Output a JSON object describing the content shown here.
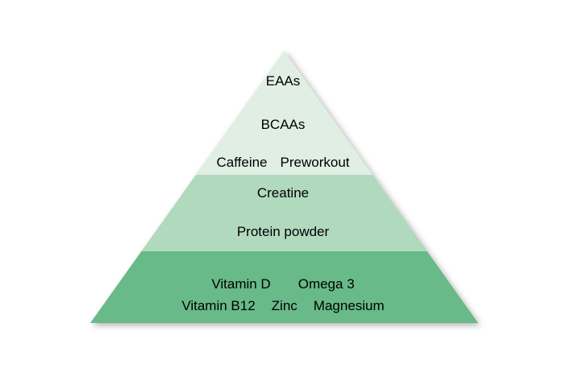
{
  "pyramid": {
    "description": "Supplement priority pyramid",
    "tiers": [
      {
        "name": "top",
        "color": "#e0eee3",
        "rows": [
          {
            "items": [
              "EAAs"
            ]
          },
          {
            "items": [
              "BCAAs"
            ]
          },
          {
            "items": [
              "Caffeine",
              "Preworkout"
            ]
          }
        ]
      },
      {
        "name": "middle",
        "color": "#b1d9be",
        "rows": [
          {
            "items": [
              "Creatine"
            ]
          },
          {
            "items": [
              "Protein powder"
            ]
          }
        ]
      },
      {
        "name": "bottom",
        "color": "#68ba89",
        "rows": [
          {
            "items": [
              "Vitamin D",
              "Omega 3"
            ]
          },
          {
            "items": [
              "Vitamin B12",
              "Zinc",
              "Magnesium"
            ]
          }
        ]
      }
    ]
  }
}
